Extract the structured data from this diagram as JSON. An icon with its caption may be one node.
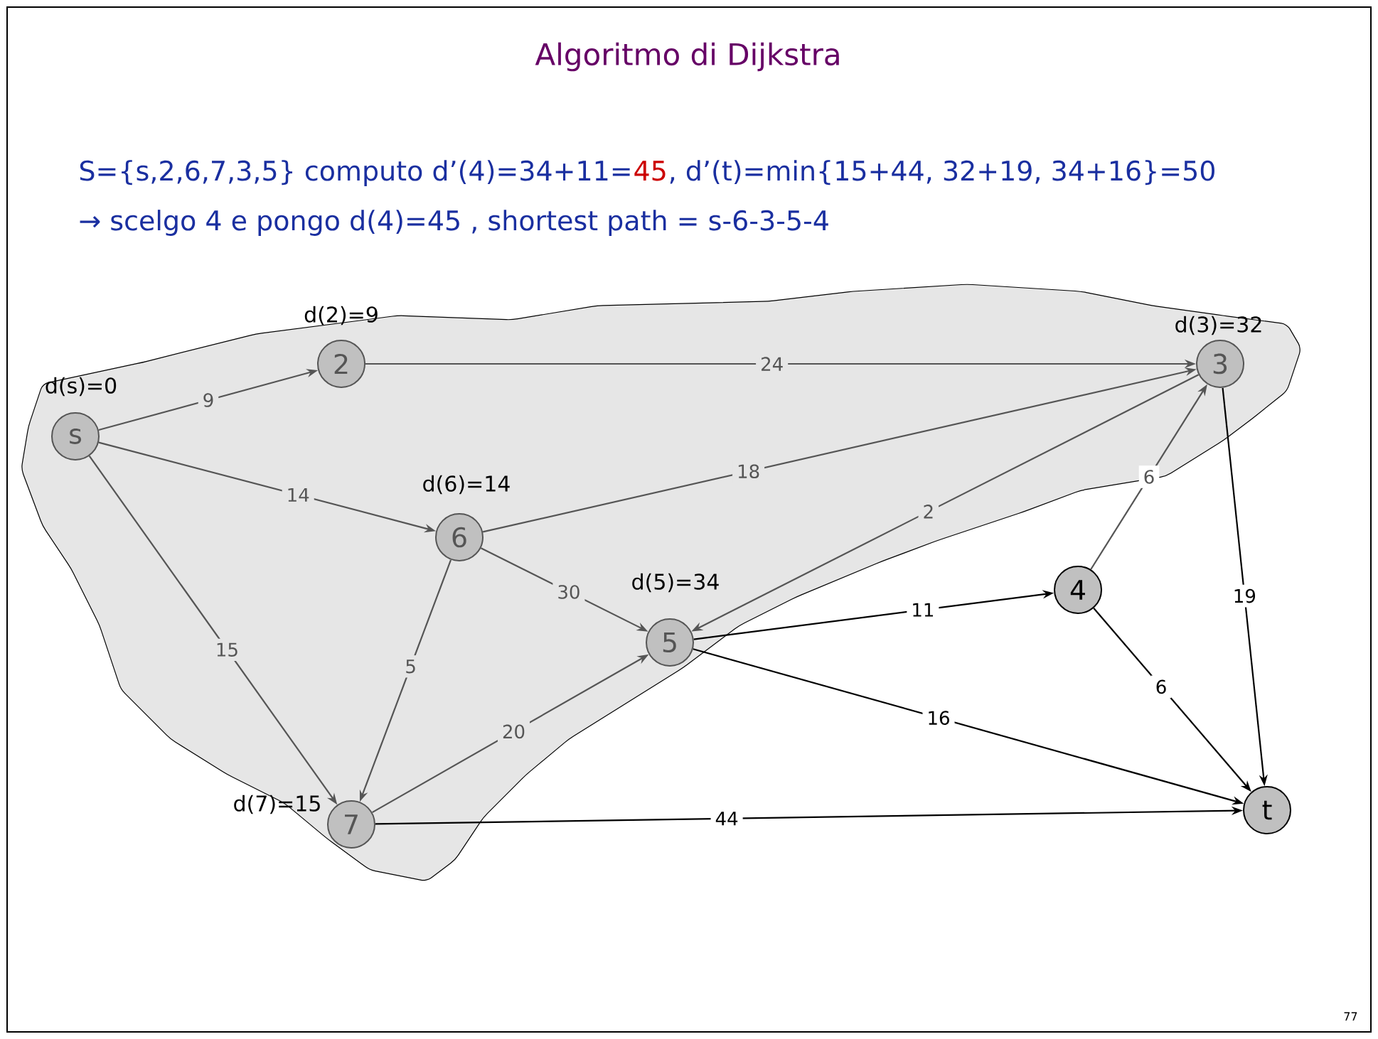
{
  "diagram": {
    "title": "Algoritmo di Dijkstra",
    "nodes": [
      {
        "text": [
          "s"
        ],
        "beside": [
          "d(s)=0"
        ]
      },
      {
        "text": [
          "2"
        ],
        "beside": [
          "d(2)=9"
        ]
      },
      {
        "text": [
          "3"
        ],
        "beside": [
          "d(3)=32"
        ]
      },
      {
        "text": [
          "6"
        ],
        "beside": [
          "d(6)=14"
        ]
      },
      {
        "text": [
          "4"
        ]
      },
      {
        "text": [
          "5"
        ],
        "beside": [
          "d(5)=34"
        ]
      },
      {
        "text": [
          "7"
        ],
        "beside": [
          "d(7)=15"
        ]
      },
      {
        "text": [
          "t"
        ]
      }
    ],
    "edges": [
      {
        "from": 0,
        "to": 1,
        "arrow": "to",
        "label": "9"
      },
      {
        "from": 0,
        "to": 3,
        "arrow": "to",
        "label": "14"
      },
      {
        "from": 0,
        "to": 6,
        "arrow": "to",
        "label": "15"
      },
      {
        "from": 1,
        "to": 2,
        "arrow": "to",
        "label": "24"
      },
      {
        "from": 3,
        "to": 2,
        "arrow": "to",
        "label": "18"
      },
      {
        "from": 2,
        "to": 5,
        "arrow": "to",
        "label": "2"
      },
      {
        "from": 3,
        "to": 5,
        "arrow": "to",
        "label": "30"
      },
      {
        "from": 3,
        "to": 6,
        "arrow": "to",
        "label": "5"
      },
      {
        "from": 6,
        "to": 5,
        "arrow": "to",
        "label": "20"
      },
      {
        "from": 5,
        "to": 4,
        "arrow": "to",
        "label": "11",
        "color": "#000000"
      },
      {
        "from": 4,
        "to": 2,
        "arrow": "to",
        "label": "6"
      },
      {
        "from": 2,
        "to": 7,
        "arrow": "to",
        "label": "19",
        "color": "#000000"
      },
      {
        "from": 4,
        "to": 7,
        "arrow": "to",
        "label": "6",
        "color": "#000000"
      },
      {
        "from": 5,
        "to": 7,
        "arrow": "to",
        "label": "16",
        "color": "#000000"
      },
      {
        "from": 6,
        "to": 7,
        "arrow": "to",
        "label": "44",
        "color": "#000000"
      }
    ],
    "labels": [
      "S={s,2,6,7,3,5}  computo d’(4)=34+11=",
      "45",
      ", d’(t)=min{15+44, 32+19, 34+16}=50",
      "→ scelgo 4 e pongo d(4)=45 ,  shortest path = s-6-3-5-4",
      "77"
    ]
  }
}
